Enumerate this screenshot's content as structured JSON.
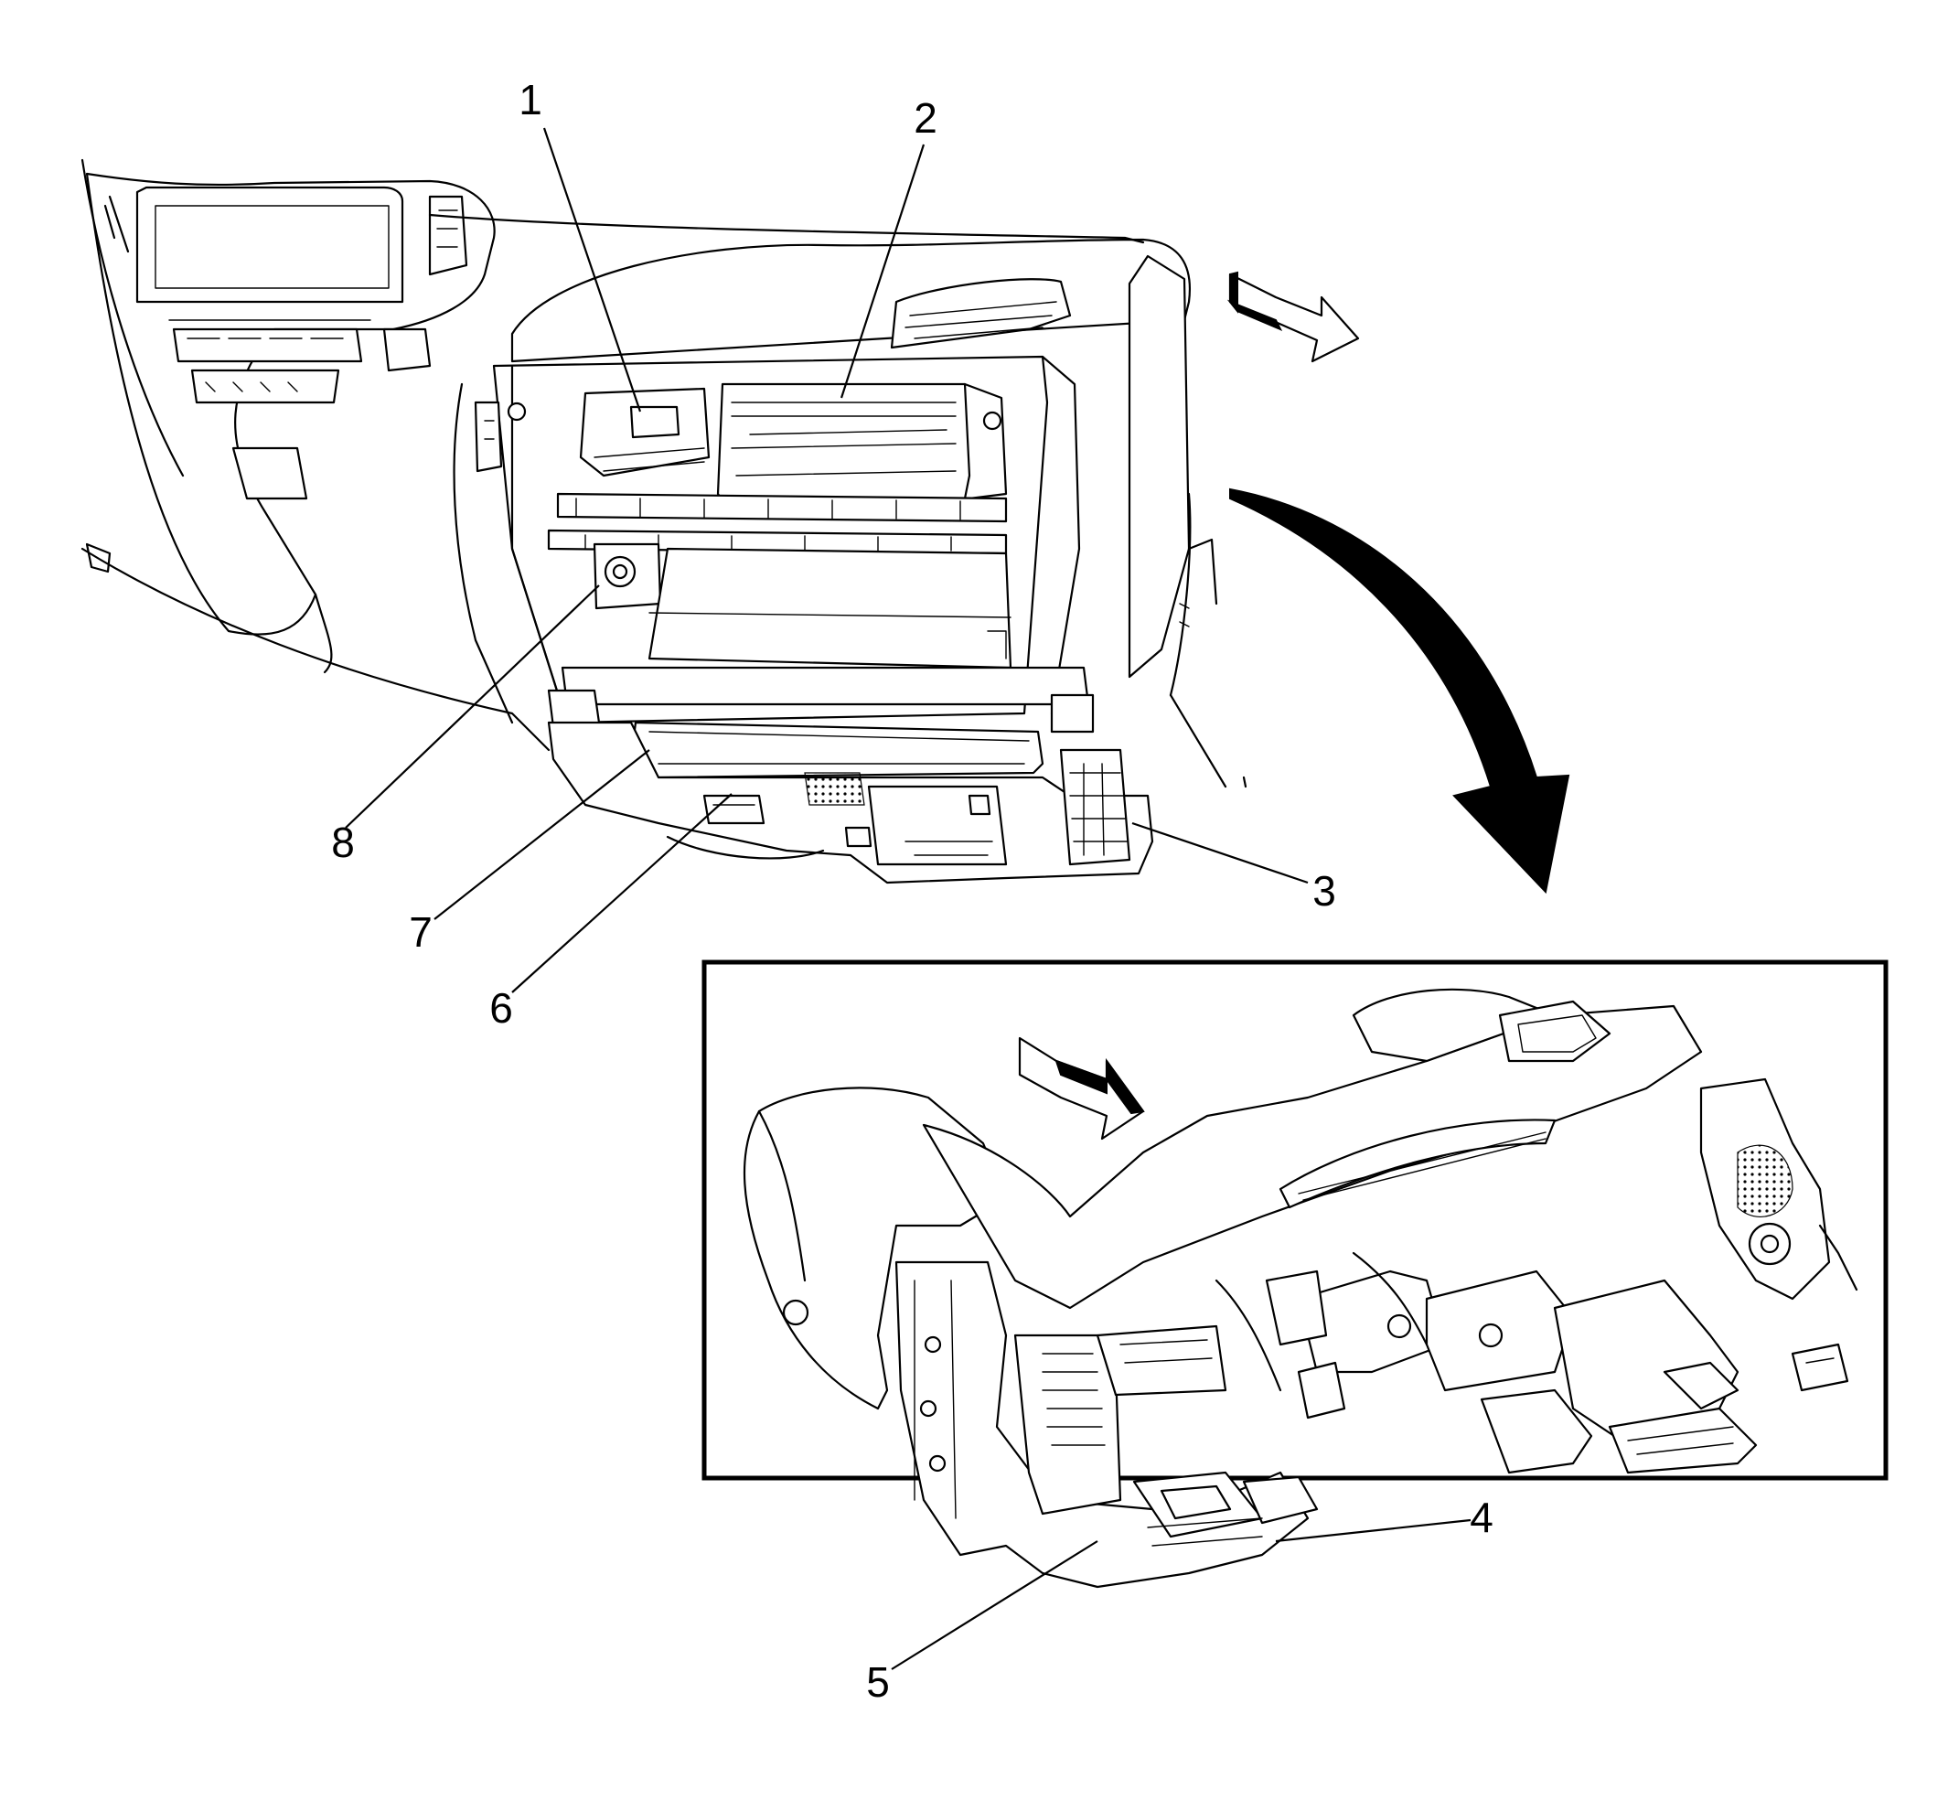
{
  "callouts": [
    {
      "id": "1",
      "label": "1"
    },
    {
      "id": "2",
      "label": "2"
    },
    {
      "id": "3",
      "label": "3"
    },
    {
      "id": "4",
      "label": "4"
    },
    {
      "id": "5",
      "label": "5"
    },
    {
      "id": "6",
      "label": "6"
    },
    {
      "id": "7",
      "label": "7"
    },
    {
      "id": "8",
      "label": "8"
    }
  ],
  "colors": {
    "ink": "#000000",
    "paper": "#ffffff"
  },
  "icons": {
    "forward_direction_upper": "forward-arrow-icon",
    "forward_direction_inset": "forward-arrow-icon",
    "transition": "curved-down-arrow-icon"
  }
}
